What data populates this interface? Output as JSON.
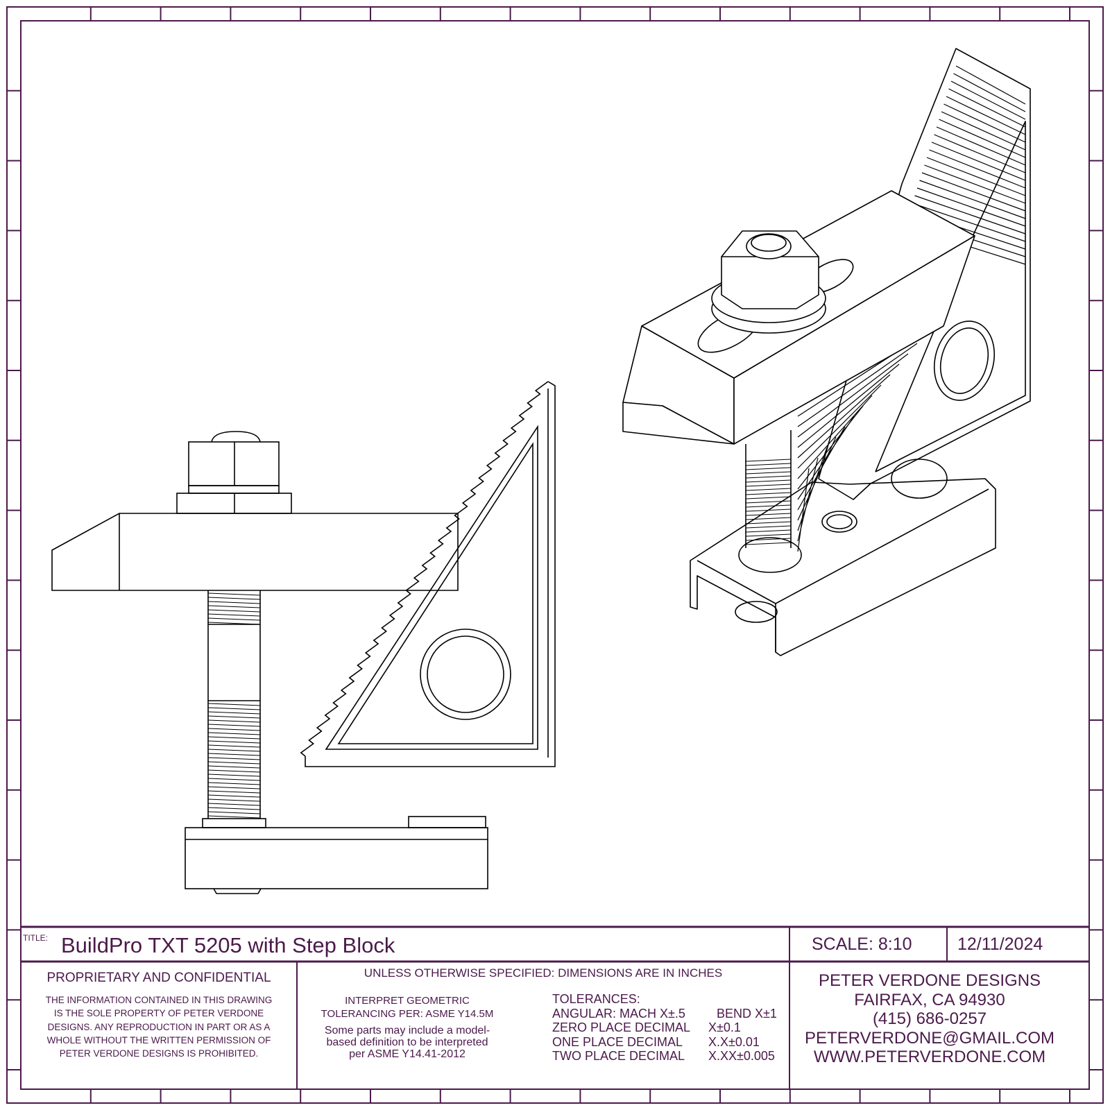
{
  "title_block": {
    "title_label": "TITLE:",
    "title": "BuildPro TXT 5205 with Step Block",
    "scale": "SCALE: 8:10",
    "date": "12/11/2024",
    "proprietary_heading": "PROPRIETARY AND CONFIDENTIAL",
    "proprietary_lines": [
      "THE INFORMATION CONTAINED IN THIS DRAWING",
      "IS THE SOLE PROPERTY OF PETER VERDONE",
      "DESIGNS.  ANY  REPRODUCTION IN PART OR AS A",
      "WHOLE WITHOUT THE WRITTEN PERMISSION OF",
      "PETER VERDONE DESIGNS IS PROHIBITED."
    ],
    "dimensions_note": "UNLESS OTHERWISE SPECIFIED: DIMENSIONS ARE IN INCHES",
    "gdt_lines": [
      "INTERPRET GEOMETRIC",
      "TOLERANCING PER: ASME Y14.5M"
    ],
    "mbd_lines": [
      "Some parts may include a model-",
      "based definition to be interpreted",
      "per ASME Y14.41-2012"
    ],
    "tolerances_heading": "TOLERANCES:",
    "tolerances": [
      {
        "label": "ANGULAR: MACH X±.5",
        "value": "BEND X±1"
      },
      {
        "label": "ZERO PLACE DECIMAL",
        "value": "X±0.1"
      },
      {
        "label": "ONE PLACE DECIMAL",
        "value": "X.X±0.01"
      },
      {
        "label": "TWO PLACE DECIMAL",
        "value": "X.XX±0.005"
      }
    ],
    "company": [
      "PETER VERDONE DESIGNS",
      "FAIRFAX, CA 94930",
      "(415) 686-0257",
      "PETERVERDONE@GMAIL.COM",
      "WWW.PETERVERDONE.COM"
    ]
  },
  "colors": {
    "frame": "#4b1a4b",
    "lines": "#000000"
  }
}
